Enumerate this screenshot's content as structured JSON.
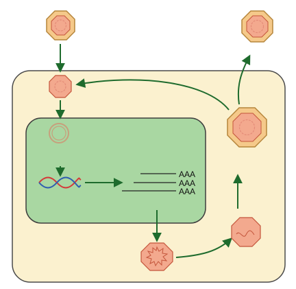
{
  "colors": {
    "cell_fill": "#FBF1CF",
    "cell_stroke": "#4A4A4A",
    "nucleus_fill": "#A9D7A2",
    "nucleus_stroke": "#3E3E3E",
    "arrow": "#1E6B2D",
    "capsid_outer_fill": "#F5C98A",
    "capsid_outer_stroke": "#B5853A",
    "capsid_inner_fill": "#F3A98E",
    "capsid_inner_stroke": "#C4553B",
    "genome_ring": "#E48C78",
    "nuclear_ring": "#C7A07C",
    "dna_red": "#D43A3A",
    "dna_blue": "#2F5FB0",
    "mrna_line": "#222222",
    "label_text": "#111111"
  },
  "mrna_labels": [
    "AAA",
    "AAA",
    "AAA"
  ]
}
